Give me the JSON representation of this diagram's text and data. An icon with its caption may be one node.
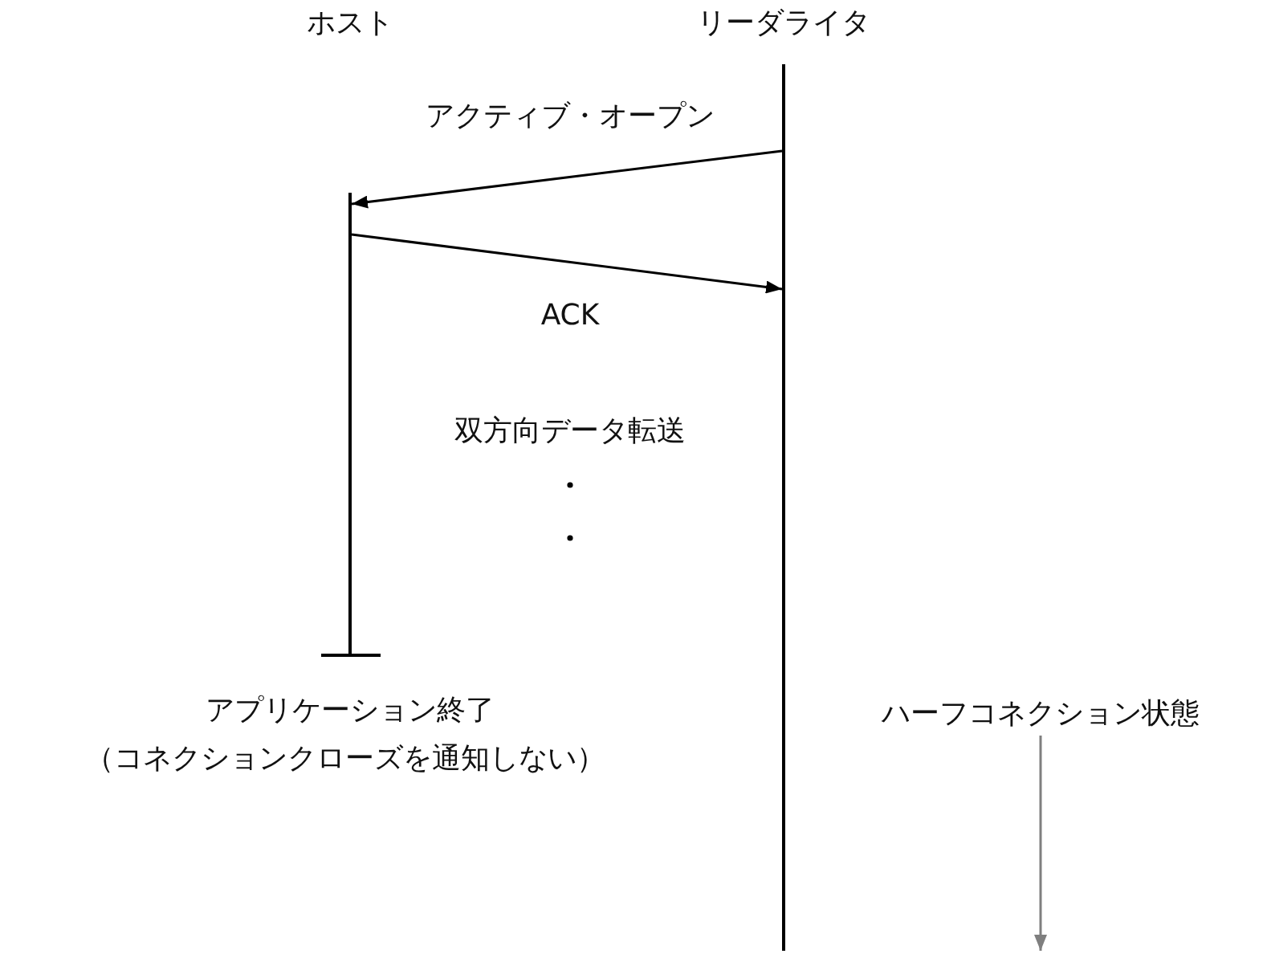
{
  "diagram": {
    "nodes": [
      {
        "text": [
          "ホスト"
        ]
      },
      {
        "text": [
          "リーダライタ"
        ]
      },
      {
        "text": [],
        "shape": "bar"
      },
      {
        "text": [],
        "shape": "bar"
      },
      {
        "text": [
          "ハーフコネクション状態"
        ]
      }
    ],
    "edges": [
      {
        "from": 3,
        "to": 2,
        "arrow": "to",
        "label": "アクティブ・オープン"
      },
      {
        "from": 2,
        "to": 3,
        "arrow": "to",
        "label": "ACK"
      },
      {
        "from": 4,
        "to": null,
        "arrow": "to",
        "color": "#7f7f7f"
      }
    ],
    "labels": [
      "双方向データ転送",
      "アプリケーション終了",
      "（コネクションクローズを通知しない）"
    ]
  }
}
